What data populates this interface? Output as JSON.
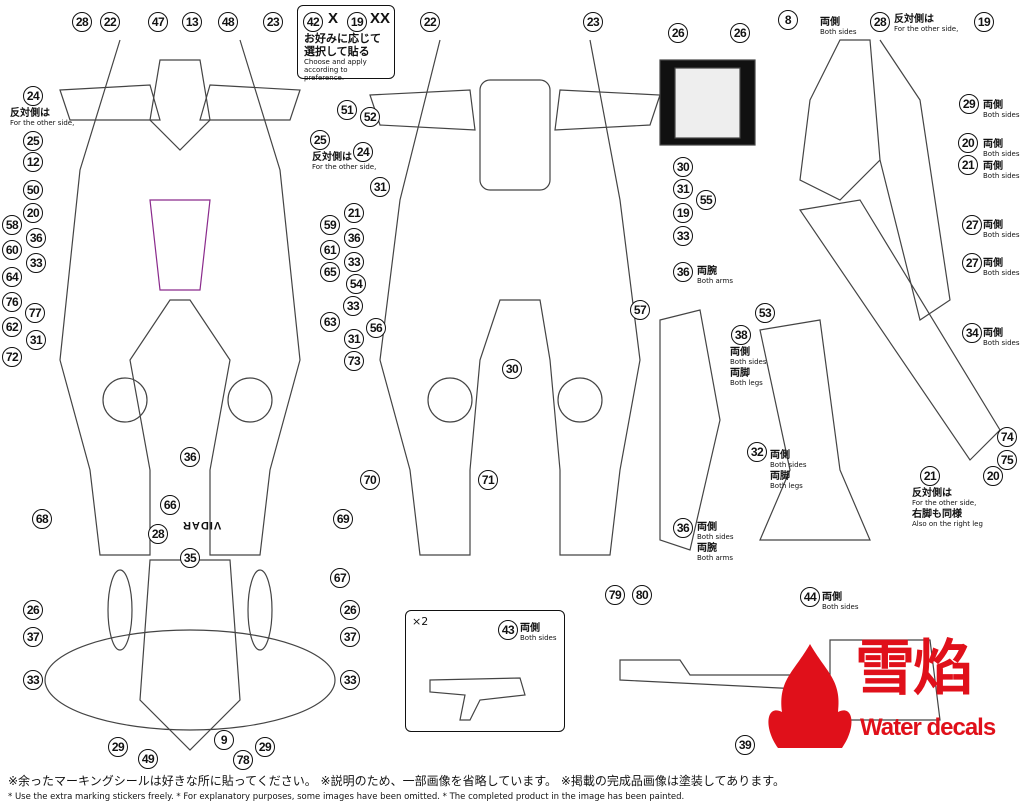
{
  "colors": {
    "accent": "#8a2a8c",
    "watermark": "#e0101a",
    "line": "#222222"
  },
  "markers": [
    "28",
    "22",
    "47",
    "13",
    "48",
    "23",
    "24",
    "25",
    "12",
    "50",
    "20",
    "58",
    "36",
    "60",
    "33",
    "64",
    "76",
    "77",
    "62",
    "31",
    "72",
    "36",
    "68",
    "66",
    "69",
    "51",
    "25",
    "24",
    "21",
    "59",
    "36",
    "61",
    "33",
    "65",
    "63",
    "31",
    "73",
    "22",
    "23",
    "52",
    "30",
    "31",
    "31",
    "55",
    "19",
    "33",
    "54",
    "33",
    "56",
    "57",
    "30",
    "70",
    "71",
    "42",
    "19",
    "26",
    "26",
    "8",
    "28",
    "19",
    "29",
    "20",
    "21",
    "27",
    "27",
    "53",
    "38",
    "34",
    "36",
    "32",
    "74",
    "75",
    "21",
    "20",
    "36",
    "28",
    "35",
    "67",
    "26",
    "26",
    "37",
    "37",
    "33",
    "33",
    "29",
    "49",
    "9",
    "78",
    "29",
    "79",
    "80",
    "43",
    "44",
    "39"
  ],
  "callout": {
    "ja": "お好みに応じて 選択して貼る",
    "en": "Choose and apply according to preference.",
    "logo_xx": "XX",
    "logo_vidar": "VIDAR"
  },
  "labels": {
    "other_side_ja": "反対側は",
    "other_side_en": "For the other side,",
    "both_sides_ja": "両側",
    "both_sides_en": "Both sides",
    "both_legs_ja": "両脚",
    "both_legs_en": "Both legs",
    "both_arms_ja": "両腕",
    "both_arms_en": "Both arms",
    "right_leg_ja": "右脚も同様",
    "right_leg_en": "Also on the right leg",
    "times_two": "×2",
    "vidar_mark": "VIDAR"
  },
  "footer": {
    "ja": "※余ったマーキングシールは好きな所に貼ってください。 ※説明のため、一部画像を省略しています。 ※掲載の完成品画像は塗装してあります。",
    "en": "* Use the extra marking stickers freely. * For explanatory purposes, some images have been omitted. * The completed product in the image has been painted."
  },
  "watermark": {
    "brand_cn": "雪焰",
    "brand_en": "Water decals"
  }
}
